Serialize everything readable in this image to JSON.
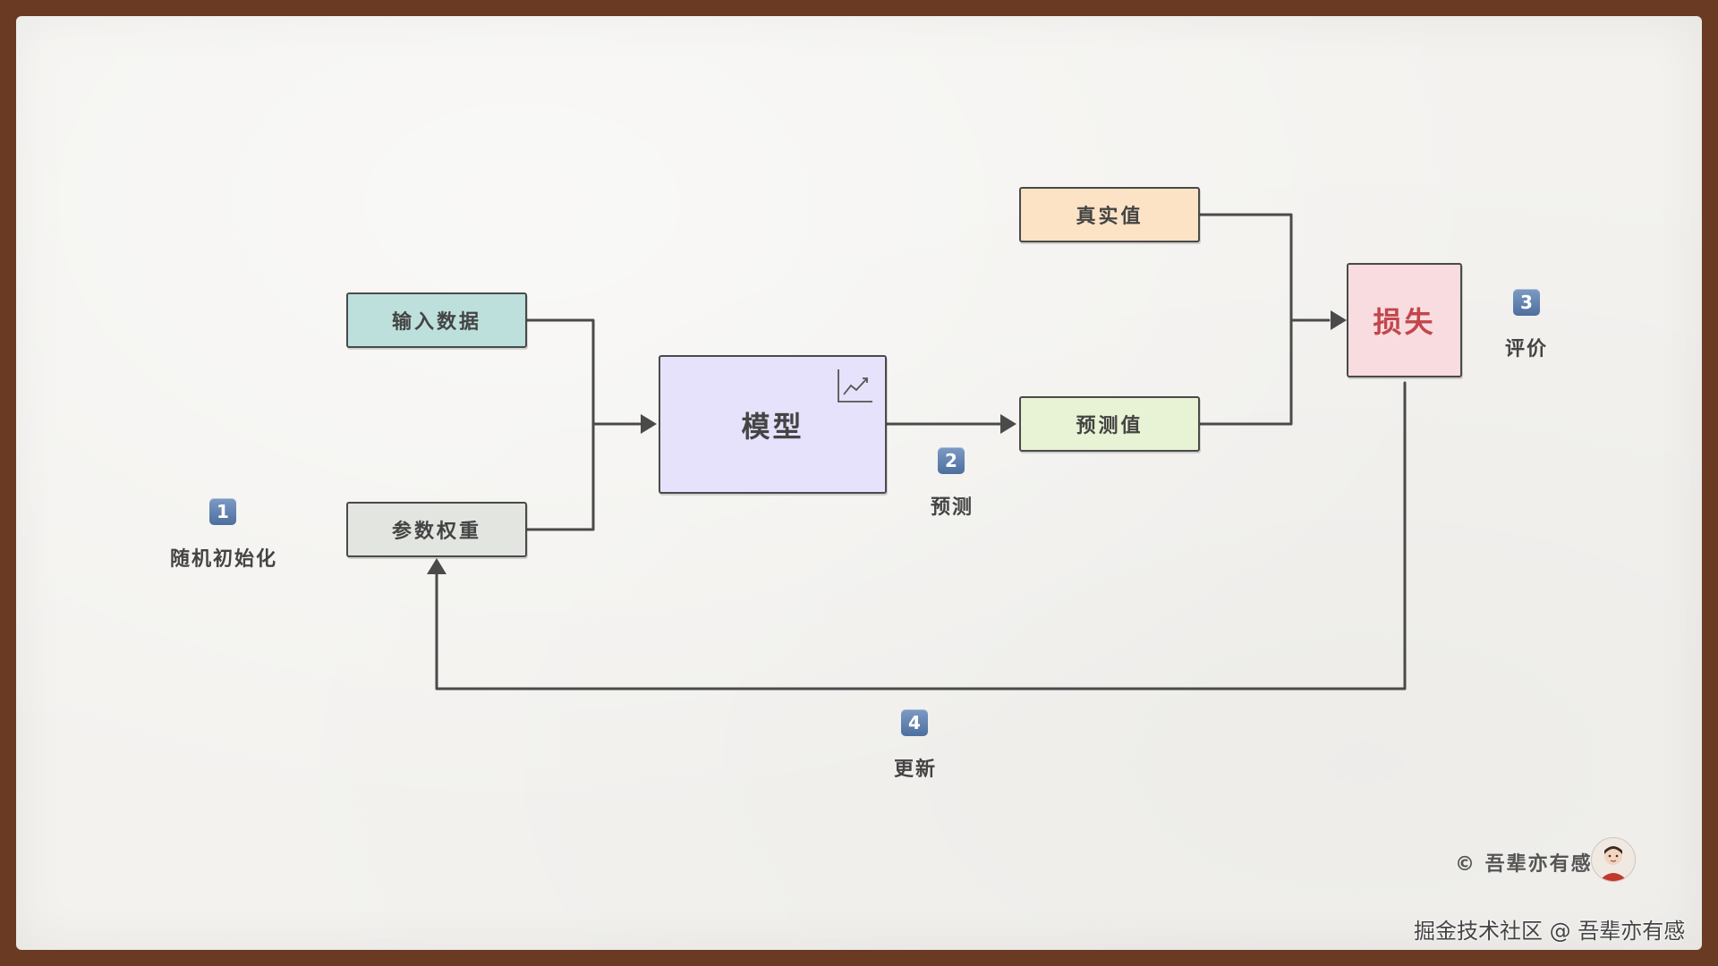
{
  "nodes": {
    "input_data": {
      "label": "输入数据",
      "fill": "#bde0dc"
    },
    "param_weights": {
      "label": "参数权重",
      "fill": "#e3e5e0"
    },
    "model": {
      "label": "模型",
      "fill": "#e6e2fb",
      "icon": "line-chart-icon"
    },
    "true_value": {
      "label": "真实值",
      "fill": "#fde3c6"
    },
    "predicted_value": {
      "label": "预测值",
      "fill": "#e8f2d4"
    },
    "loss": {
      "label": "损失",
      "fill": "#f9dcdf",
      "text_color": "#c2464c"
    }
  },
  "steps": [
    {
      "number": "1",
      "label": "随机初始化"
    },
    {
      "number": "2",
      "label": "预测"
    },
    {
      "number": "3",
      "label": "评价"
    },
    {
      "number": "4",
      "label": "更新"
    }
  ],
  "footer": {
    "copyright": "© 吾辈亦有感",
    "watermark": "掘金技术社区 @ 吾辈亦有感"
  },
  "colors": {
    "edge": "#4a4a4a",
    "badge": "#5b7fb0",
    "border": "#6b3a22"
  }
}
